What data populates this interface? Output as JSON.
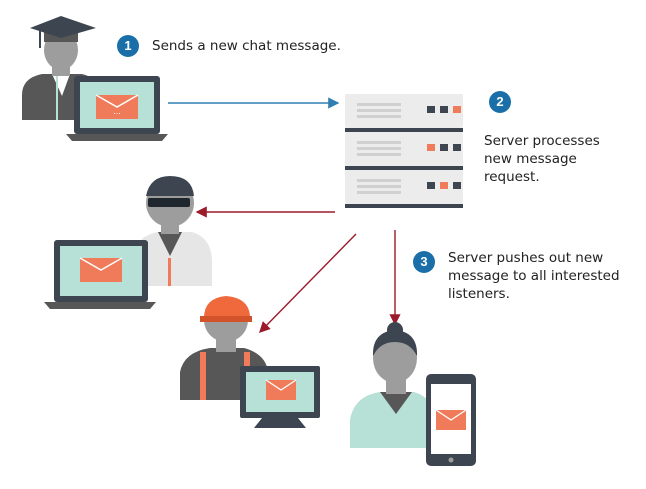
{
  "colors": {
    "accent_blue": "#1b6fa8",
    "arrow_blue": "#2f7fb3",
    "arrow_red": "#9b1b2a",
    "person_gray": "#9d9d9d",
    "person_dark": "#575757",
    "skin_gray": "#bdbdbd",
    "screen_mint": "#b7e0d6",
    "envelope": "#f07b5b",
    "server_light": "#ececec",
    "server_dark": "#3d4650",
    "hardhat_orange": "#f0693c"
  },
  "steps": [
    {
      "number": "1",
      "text": "Sends a new chat message."
    },
    {
      "number": "2",
      "text": "Server processes new message request."
    },
    {
      "number": "3",
      "text": "Server pushes out new message to all interested listeners."
    }
  ],
  "icons": {
    "sender": "graduate-person-icon",
    "server": "server-stack-icon",
    "listener_1": "sunglasses-person-icon",
    "listener_2": "hardhat-worker-icon",
    "listener_3": "woman-with-phone-icon",
    "message": "chat-envelope-icon"
  },
  "envelope_label": "..."
}
